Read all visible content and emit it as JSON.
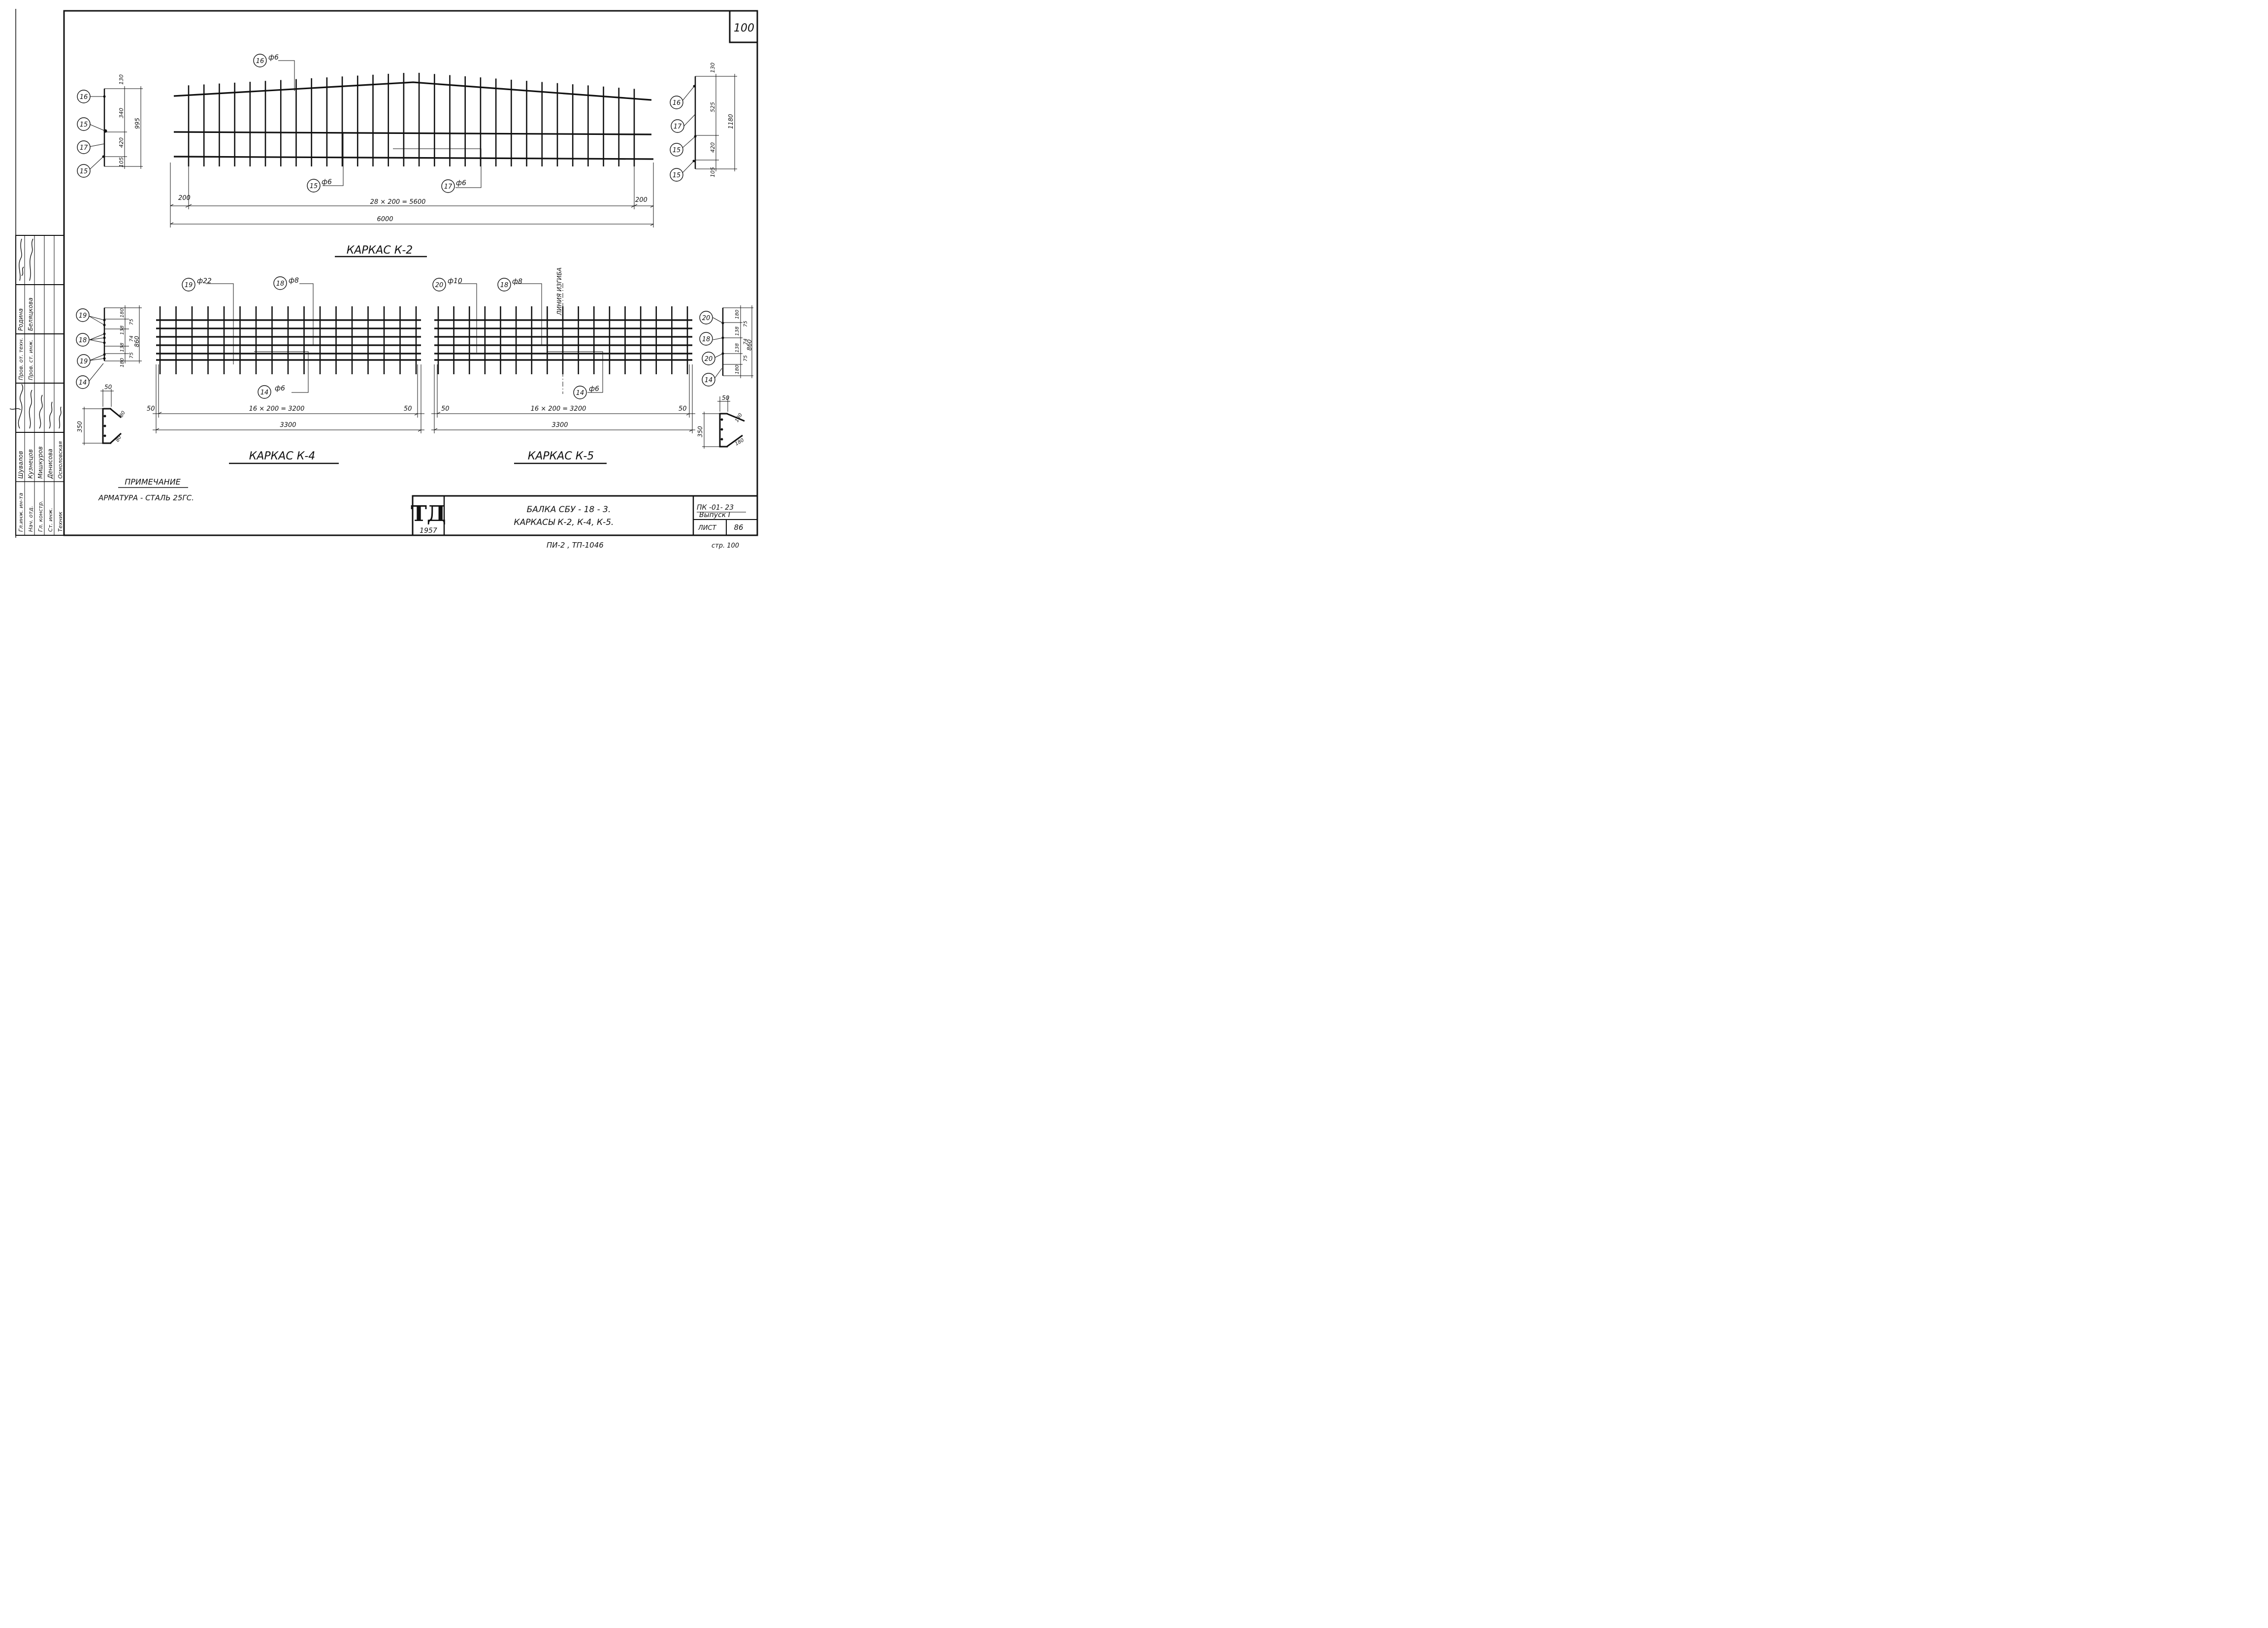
{
  "sheet": {
    "number": "100",
    "page_ref": "стр. 100",
    "bottom_ref": "ПИ-2 , ТП-1046",
    "logo_text": "ТД",
    "logo_year": "1957",
    "title_line1": "БАЛКА  СБУ - 18 - 3.",
    "title_line2": "КАРКАСЫ  К-2,  К-4,  К-5.",
    "series_code": "ПК -01- 23",
    "issue": "Выпуск I",
    "sheet_label": "ЛИСТ",
    "sheet_no": "86"
  },
  "stamp": {
    "rows": [
      {
        "role": "Гл.инж. ин-та",
        "name": "Шувалов"
      },
      {
        "role": "Нач. отд.",
        "name": "Кузнецов"
      },
      {
        "role": "Гл. констр.",
        "name": "Мишкуров"
      },
      {
        "role": "Ст. инж.",
        "name": "Денисова"
      },
      {
        "role": "Техник",
        "name": "Осмоловская"
      }
    ],
    "upper_roles": [
      "Пров. от. техн.",
      "Пров. ст. инж."
    ],
    "upper_names": [
      "Родина",
      "Беляцкова"
    ]
  },
  "k2": {
    "title": "КАРКАС  К-2",
    "callouts": [
      {
        "num": "16",
        "dia": "ф6"
      },
      {
        "num": "15",
        "dia": "ф6"
      },
      {
        "num": "17",
        "dia": "ф6"
      }
    ],
    "dims": {
      "end_left": "200",
      "end_right": "200",
      "middle": "28 × 200 = 5600",
      "total": "6000"
    },
    "left_section": {
      "labels": [
        "16",
        "15",
        "17",
        "15"
      ],
      "dims": [
        "130",
        "340",
        "420",
        "105"
      ],
      "overall": "995"
    },
    "right_section": {
      "labels": [
        "16",
        "17",
        "15",
        "15"
      ],
      "dims": [
        "130",
        "525",
        "420",
        "105"
      ],
      "overall": "1180"
    }
  },
  "k4": {
    "title": "КАРКАС  К-4",
    "callouts": [
      {
        "num": "19",
        "dia": "ф22"
      },
      {
        "num": "18",
        "dia": "ф8"
      },
      {
        "num": "14",
        "dia": "ф6"
      }
    ],
    "dims": {
      "end_left": "50",
      "end_right": "50",
      "middle": "16 × 200 = 3200",
      "total": "3300"
    },
    "section": {
      "labels": [
        "19",
        "18",
        "19",
        "14"
      ],
      "dims": [
        "180",
        "138",
        "138",
        "180"
      ],
      "inner": [
        "75",
        "74",
        "75"
      ],
      "overall": "860"
    },
    "stirrup": {
      "top": "50",
      "height": "350",
      "hook_top": "80",
      "hook_bottom": "80"
    }
  },
  "k5": {
    "title": "КАРКАС  К-5",
    "bend_line": "ЛИНИЯ  ИЗГИБА",
    "callouts": [
      {
        "num": "20",
        "dia": "ф10"
      },
      {
        "num": "18",
        "dia": "ф8"
      },
      {
        "num": "14",
        "dia": "ф6"
      }
    ],
    "dims": {
      "end_left": "50",
      "end_right": "50",
      "middle": "16 × 200 = 3200",
      "total": "3300"
    },
    "section": {
      "labels": [
        "20",
        "18",
        "20",
        "14"
      ],
      "dims": [
        "180",
        "138",
        "138",
        "180"
      ],
      "inner": [
        "75",
        "74",
        "75"
      ],
      "overall": "860"
    },
    "stirrup": {
      "top": "50",
      "height": "350",
      "hook_top": "180",
      "hook_bottom": "180"
    }
  },
  "note": {
    "heading": "ПРИМЕЧАНИЕ",
    "text": "АРМАТУРА - СТАЛЬ 25ГС."
  }
}
